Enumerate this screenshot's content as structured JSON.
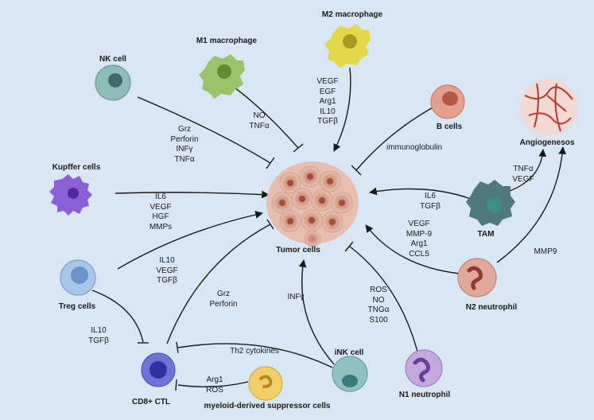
{
  "cells": {
    "nk": "NK cell",
    "m1": "M1 macrophage",
    "m2": "M2 macrophage",
    "b": "B cells",
    "angio": "Angiogenesos",
    "kupffer": "Kupffer cells",
    "tumor": "Tumor cells",
    "tam": "TAM",
    "treg": "Treg cells",
    "n2": "N2 neutrophil",
    "ink": "iNK cell",
    "n1": "N1 neutrophil",
    "cd8": "CD8+ CTL",
    "mdsc": "myeloid-derived suppressor cells"
  },
  "factors": {
    "nk": "Grz\nPerforin\nINFγ\nTNFα",
    "m1": "NO\nTNFα",
    "m2": "VEGF\nEGF\nArg1\nIL10\nTGFβ",
    "b": "immunoglobulin",
    "kupffer": "IL6\nVEGF\nHGF\nMMPs",
    "tam_tumor": "IL6\nTGFβ",
    "tam_angio": "TNFα\nVEGF",
    "n2_tumor": "VEGF\nMMP-9\nArg1\nCCL5",
    "n2_angio": "MMP9",
    "treg_tumor": "IL10\nVEGF\nTGFβ",
    "treg_cd8": "IL10\nTGFβ",
    "cd8": "Grz\nPerforin",
    "ink_tumor": "INFγ",
    "n1": "ROS\nNO\nTNGα\nS100",
    "ink_cd8": "Th2 cytokines",
    "mdsc": "Arg1\nROS"
  },
  "colors": {
    "background": "#d9e6f3",
    "arrow": "#1a1a1a",
    "tumor": "#d9a493",
    "nk": "#8fbcb6",
    "m1": "#9bc46a",
    "m2": "#e1d84a",
    "b": "#e4a08e",
    "kupffer": "#8b5fd6",
    "tam": "#4f7a79",
    "treg": "#a8c6ea",
    "n2": "#e0a999",
    "ink": "#8fc3c2",
    "n1": "#c3a9de",
    "cd8": "#6f73d8",
    "mdsc": "#f1d06a",
    "vessel": "#b8362e"
  }
}
